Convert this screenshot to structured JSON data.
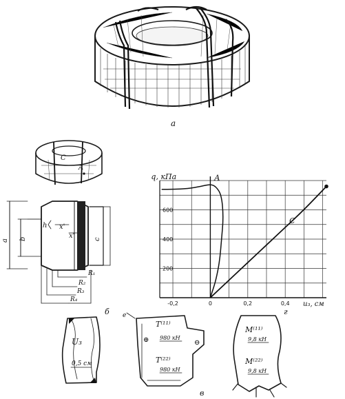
{
  "labels": {
    "panel_a": "а",
    "panel_b": "б",
    "panel_v": "в",
    "panel_g": "г",
    "small_panel_e": "е",
    "point_C_small": "C",
    "point_A_small": "A",
    "dim_left": "a",
    "dim_b": "b",
    "dim_c": "c",
    "dim_h": "h",
    "dim_x1": "x'",
    "dim_x2": "x'",
    "R1": "R₁",
    "R2": "R₂",
    "R3": "R₃",
    "R4": "R₄"
  },
  "chart_data": {
    "type": "line",
    "ylabel": "q, кПа",
    "xlabel": "u₃, см",
    "xlim": [
      -0.27,
      0.62
    ],
    "ylim": [
      0,
      800
    ],
    "x_ticks": [
      -0.2,
      0,
      0.2,
      0.4
    ],
    "x_tick_labels": [
      "-0,2",
      "0",
      "0,2",
      "0,4"
    ],
    "y_ticks": [
      200,
      400,
      600
    ],
    "y_tick_labels": [
      "200",
      "400",
      "600"
    ],
    "grid": true,
    "series": [
      {
        "name": "A",
        "x": [
          -0.26,
          -0.2,
          -0.12,
          -0.05,
          0.0,
          0.03,
          0.06,
          0.07,
          0.06,
          0.05,
          0.03,
          0.01,
          0.0
        ],
        "y": [
          740,
          740,
          745,
          760,
          775,
          760,
          700,
          550,
          400,
          250,
          120,
          40,
          0
        ]
      },
      {
        "name": "C",
        "x": [
          0.0,
          0.1,
          0.2,
          0.3,
          0.4,
          0.5,
          0.62
        ],
        "y": [
          0,
          120,
          240,
          360,
          480,
          600,
          760
        ]
      }
    ]
  },
  "contours": {
    "u3": {
      "label": "U₃",
      "scale": "0,5 см"
    },
    "T": {
      "label_top": "T⁽¹¹⁾",
      "value_top": "980 кН",
      "label_bottom": "T⁽²²⁾",
      "value_bottom": "980 кН",
      "sign_left": "⊕",
      "sign_right": "⊖"
    },
    "M": {
      "label_top": "M⁽¹¹⁾",
      "value_top": "9,8 кН",
      "label_bottom": "M⁽²²⁾",
      "value_bottom": "9,8 кН"
    }
  }
}
